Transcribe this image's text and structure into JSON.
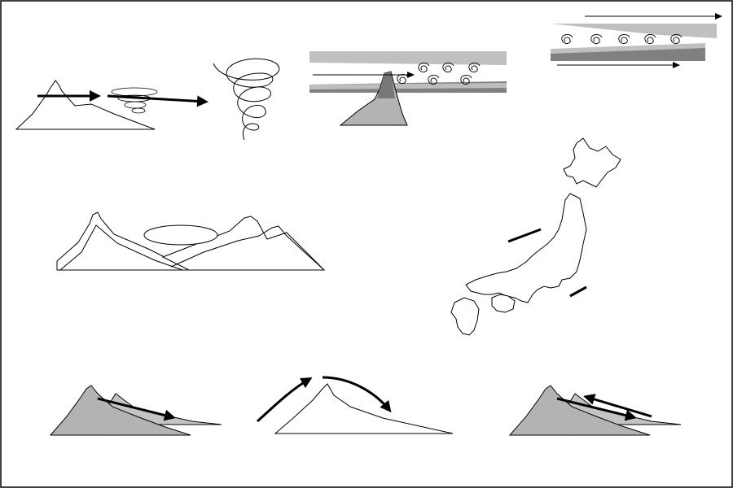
{
  "diagram": {
    "panels": [
      {
        "id": "mountain-lee-wind",
        "icon": "mountain-icon"
      },
      {
        "id": "whirlwind",
        "icon": "tornado-icon"
      },
      {
        "id": "stable-layer-peak",
        "icon": "mountain-icon"
      },
      {
        "id": "shear-layer-eddies",
        "icon": "eddy-icon"
      },
      {
        "id": "basin-between-mountains",
        "icon": "basin-icon"
      },
      {
        "id": "japan-map",
        "icon": "map-icon"
      },
      {
        "id": "downslope-wind",
        "icon": "mountain-icon"
      },
      {
        "id": "flow-over-mountain",
        "icon": "mountain-icon"
      },
      {
        "id": "slope-wind-reversal",
        "icon": "mountain-icon"
      }
    ],
    "colors": {
      "frame": "#000000",
      "mountain_fill": "#b3b3b3",
      "band_light": "#c0c0c0",
      "band_dark": "#808080",
      "peak_dark": "#777777",
      "line": "#000000"
    }
  }
}
